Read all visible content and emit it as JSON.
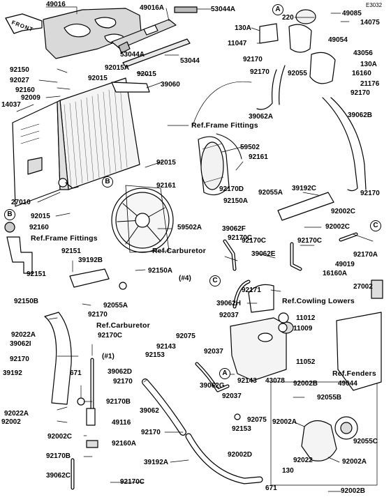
{
  "diagram": {
    "code": "E3032",
    "front_label": "FRONT",
    "callouts": [
      "A",
      "B",
      "C"
    ],
    "parts": [
      {
        "id": "p49016",
        "text": "49016"
      },
      {
        "id": "p49016a",
        "text": "49016A"
      },
      {
        "id": "p53044a_top",
        "text": "53044A"
      },
      {
        "id": "p220",
        "text": "220"
      },
      {
        "id": "p49085",
        "text": "49085"
      },
      {
        "id": "p14075",
        "text": "14075"
      },
      {
        "id": "p130a_top",
        "text": "130A"
      },
      {
        "id": "p11047",
        "text": "11047"
      },
      {
        "id": "p49054",
        "text": "49054"
      },
      {
        "id": "p43056",
        "text": "43056"
      },
      {
        "id": "p130a_r",
        "text": "130A"
      },
      {
        "id": "p16160",
        "text": "16160"
      },
      {
        "id": "p21176",
        "text": "21176"
      },
      {
        "id": "p92170_r1",
        "text": "92170"
      },
      {
        "id": "p53044a_mid",
        "text": "53044A"
      },
      {
        "id": "p92015a",
        "text": "92015A"
      },
      {
        "id": "p53044",
        "text": "53044"
      },
      {
        "id": "p92150",
        "text": "92150"
      },
      {
        "id": "p92015_a",
        "text": "92015"
      },
      {
        "id": "p92027",
        "text": "92027"
      },
      {
        "id": "p92015_b",
        "text": "92015"
      },
      {
        "id": "p39060",
        "text": "39060"
      },
      {
        "id": "p92160",
        "text": "92160"
      },
      {
        "id": "p92009",
        "text": "92009"
      },
      {
        "id": "p92170_top",
        "text": "92170"
      },
      {
        "id": "p92170_top2",
        "text": "92170"
      },
      {
        "id": "p92055",
        "text": "92055"
      },
      {
        "id": "p14037",
        "text": "14037"
      },
      {
        "id": "p39062a",
        "text": "39062A"
      },
      {
        "id": "p39062b",
        "text": "39062B"
      },
      {
        "id": "p59502",
        "text": "59502"
      },
      {
        "id": "p92161_a",
        "text": "92161"
      },
      {
        "id": "p92015_c",
        "text": "92015"
      },
      {
        "id": "p92161_b",
        "text": "92161"
      },
      {
        "id": "p92170d",
        "text": "92170D"
      },
      {
        "id": "p92150a_a",
        "text": "92150A"
      },
      {
        "id": "p27010",
        "text": "27010"
      },
      {
        "id": "p92055a_a",
        "text": "92055A"
      },
      {
        "id": "p39192c",
        "text": "39192C"
      },
      {
        "id": "p92170_r2",
        "text": "92170"
      },
      {
        "id": "p92002c_a",
        "text": "92002C"
      },
      {
        "id": "p92015_d",
        "text": "92015"
      },
      {
        "id": "p92160_l",
        "text": "92160"
      },
      {
        "id": "p59502a",
        "text": "59502A"
      },
      {
        "id": "p39062f",
        "text": "39062F"
      },
      {
        "id": "p92002c_b",
        "text": "92002C"
      },
      {
        "id": "p92170c_a",
        "text": "92170C"
      },
      {
        "id": "p92170c_b",
        "text": "92170C"
      },
      {
        "id": "p92170c_c",
        "text": "92170C"
      },
      {
        "id": "p39062e",
        "text": "39062E"
      },
      {
        "id": "p92170a",
        "text": "92170A"
      },
      {
        "id": "p49019",
        "text": "49019"
      },
      {
        "id": "p16160a",
        "text": "16160A"
      },
      {
        "id": "p92151_a",
        "text": "92151"
      },
      {
        "id": "p39192b",
        "text": "39192B"
      },
      {
        "id": "p92150a_b",
        "text": "92150A"
      },
      {
        "id": "p4",
        "text": "(#4)"
      },
      {
        "id": "p92151_b",
        "text": "92151"
      },
      {
        "id": "p92171",
        "text": "92171"
      },
      {
        "id": "p27002",
        "text": "27002"
      },
      {
        "id": "p92150b",
        "text": "92150B"
      },
      {
        "id": "p92055a_b",
        "text": "92055A"
      },
      {
        "id": "p39062h",
        "text": "39062H"
      },
      {
        "id": "p92037_a",
        "text": "92037"
      },
      {
        "id": "p92170_l1",
        "text": "92170"
      },
      {
        "id": "p11012",
        "text": "11012"
      },
      {
        "id": "p11009",
        "text": "11009"
      },
      {
        "id": "p92022a_a",
        "text": "92022A"
      },
      {
        "id": "p39062i",
        "text": "39062I"
      },
      {
        "id": "p92170c_d",
        "text": "92170C"
      },
      {
        "id": "p1",
        "text": "(#1)"
      },
      {
        "id": "p92075_a",
        "text": "92075"
      },
      {
        "id": "p92143_a",
        "text": "92143"
      },
      {
        "id": "p92153_a",
        "text": "92153"
      },
      {
        "id": "p92037_b",
        "text": "92037"
      },
      {
        "id": "p11052",
        "text": "11052"
      },
      {
        "id": "p92170_l2",
        "text": "92170"
      },
      {
        "id": "p39192",
        "text": "39192"
      },
      {
        "id": "p39062d",
        "text": "39062D"
      },
      {
        "id": "p671_a",
        "text": "671"
      },
      {
        "id": "p92143_b",
        "text": "92143"
      },
      {
        "id": "p43078",
        "text": "43078"
      },
      {
        "id": "p92002b_a",
        "text": "92002B"
      },
      {
        "id": "p49044",
        "text": "49044"
      },
      {
        "id": "p92170_l3",
        "text": "92170"
      },
      {
        "id": "p39062g",
        "text": "39062G"
      },
      {
        "id": "p92037_c",
        "text": "92037"
      },
      {
        "id": "p92055b",
        "text": "92055B"
      },
      {
        "id": "p92170b_a",
        "text": "92170B"
      },
      {
        "id": "p39062",
        "text": "39062"
      },
      {
        "id": "p92022a_b",
        "text": "92022A"
      },
      {
        "id": "p92002",
        "text": "92002"
      },
      {
        "id": "p92075_b",
        "text": "92075"
      },
      {
        "id": "p92002a_a",
        "text": "92002A"
      },
      {
        "id": "p49116",
        "text": "49116"
      },
      {
        "id": "p92153_b",
        "text": "92153"
      },
      {
        "id": "p92055c",
        "text": "92055C"
      },
      {
        "id": "p92002c_c",
        "text": "92002C"
      },
      {
        "id": "p92170_l4",
        "text": "92170"
      },
      {
        "id": "p92160a",
        "text": "92160A"
      },
      {
        "id": "p92022",
        "text": "92022"
      },
      {
        "id": "p92002a_b",
        "text": "92002A"
      },
      {
        "id": "p92170b_b",
        "text": "92170B"
      },
      {
        "id": "p92002d",
        "text": "92002D"
      },
      {
        "id": "p39192a",
        "text": "39192A"
      },
      {
        "id": "p130",
        "text": "130"
      },
      {
        "id": "p39062c",
        "text": "39062C"
      },
      {
        "id": "p92170c_e",
        "text": "92170C"
      },
      {
        "id": "p671_b",
        "text": "671"
      },
      {
        "id": "p92002b_b",
        "text": "92002B"
      }
    ],
    "refs": [
      {
        "id": "ref_frame1",
        "text": "Ref.Frame Fittings"
      },
      {
        "id": "ref_frame2",
        "text": "Ref.Frame Fittings"
      },
      {
        "id": "ref_carb1",
        "text": "Ref.Carburetor"
      },
      {
        "id": "ref_carb2",
        "text": "Ref.Carburetor"
      },
      {
        "id": "ref_cowl",
        "text": "Ref.Cowling Lowers"
      },
      {
        "id": "ref_fenders",
        "text": "Ref.Fenders"
      }
    ],
    "colors": {
      "ink": "#000000",
      "paper": "#ffffff",
      "shade": "#bfbfbf"
    }
  }
}
